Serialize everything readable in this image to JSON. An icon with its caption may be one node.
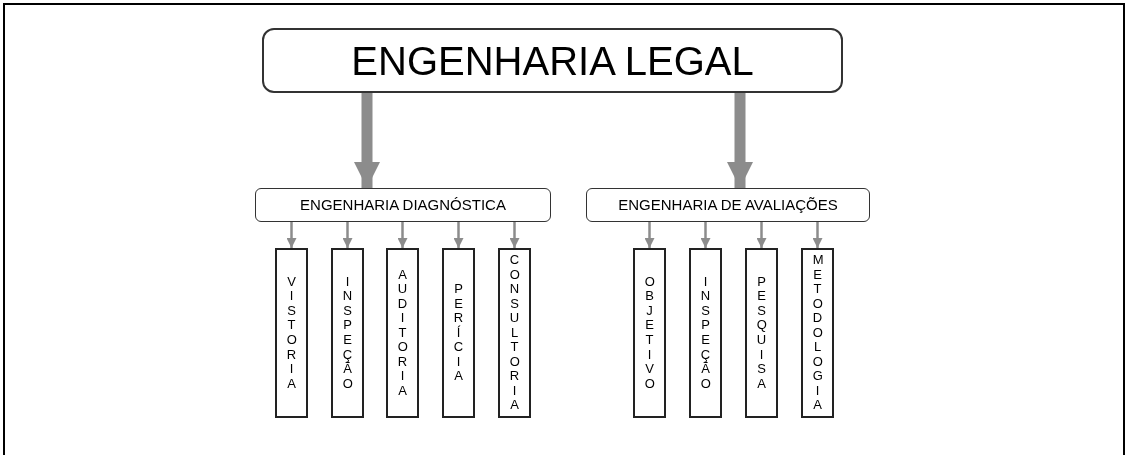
{
  "diagram": {
    "nodes": [
      {
        "text": [
          "ENGENHARIA LEGAL"
        ]
      },
      {
        "text": [
          "ENGENHARIA DIAGNÓSTICA"
        ]
      },
      {
        "text": [
          "ENGENHARIA DE AVALIAÇÕES"
        ]
      },
      {
        "text": [
          "VISTORIA"
        ]
      },
      {
        "text": [
          "INSPEÇÃO"
        ]
      },
      {
        "text": [
          "AUDITORIA"
        ]
      },
      {
        "text": [
          "PERÍCIA"
        ]
      },
      {
        "text": [
          "CONSULTORIA"
        ]
      },
      {
        "text": [
          "OBJETIVO"
        ]
      },
      {
        "text": [
          "INSPEÇÃO"
        ]
      },
      {
        "text": [
          "PESQUISA"
        ]
      },
      {
        "text": [
          "METODOLOGIA"
        ]
      }
    ],
    "edges": [
      {
        "from": 0,
        "to": 1,
        "arrow": "to",
        "style": "thick"
      },
      {
        "from": 0,
        "to": 2,
        "arrow": "to",
        "style": "thick"
      },
      {
        "from": 1,
        "to": 3,
        "arrow": "to"
      },
      {
        "from": 1,
        "to": 4,
        "arrow": "to"
      },
      {
        "from": 1,
        "to": 5,
        "arrow": "to"
      },
      {
        "from": 1,
        "to": 6,
        "arrow": "to"
      },
      {
        "from": 1,
        "to": 7,
        "arrow": "to"
      },
      {
        "from": 2,
        "to": 8,
        "arrow": "to"
      },
      {
        "from": 2,
        "to": 9,
        "arrow": "to"
      },
      {
        "from": 2,
        "to": 10,
        "arrow": "to"
      },
      {
        "from": 2,
        "to": 11,
        "arrow": "to"
      }
    ]
  }
}
